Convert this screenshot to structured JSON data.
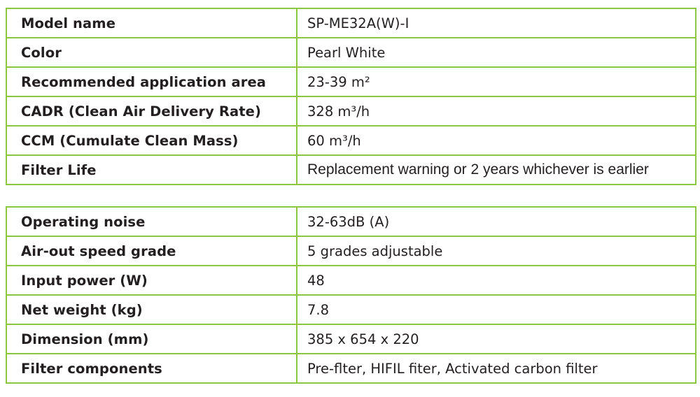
{
  "spec_groups": [
    {
      "rows": [
        {
          "label": "Model name",
          "value": "SP-ME32A(W)-I"
        },
        {
          "label": "Color",
          "value": "Pearl White"
        },
        {
          "label": "Recommended application area",
          "value": "23-39 m²"
        },
        {
          "label": "CADR (Clean Air Delivery Rate)",
          "value": "328 m³/h"
        },
        {
          "label": "CCM (Cumulate Clean Mass)",
          "value": "60 m³/h"
        },
        {
          "label": "Filter Life",
          "value": "Replacement warning or 2 years whichever is earlier"
        }
      ]
    },
    {
      "rows": [
        {
          "label": "Operating noise",
          "value": "32-63dB (A)"
        },
        {
          "label": "Air-out speed grade",
          "value": "5 grades adjustable"
        },
        {
          "label": "Input power (W)",
          "value": "48"
        },
        {
          "label": "Net weight (kg)",
          "value": "7.8"
        },
        {
          "label": "Dimension (mm)",
          "value": "385 x 654 x 220"
        },
        {
          "label": "Filter components",
          "value": "Pre-flter, HIFIL fiter, Activated carbon filter"
        }
      ]
    }
  ],
  "colors": {
    "border": "#8dc63f",
    "text": "#231f20",
    "background": "#ffffff"
  }
}
